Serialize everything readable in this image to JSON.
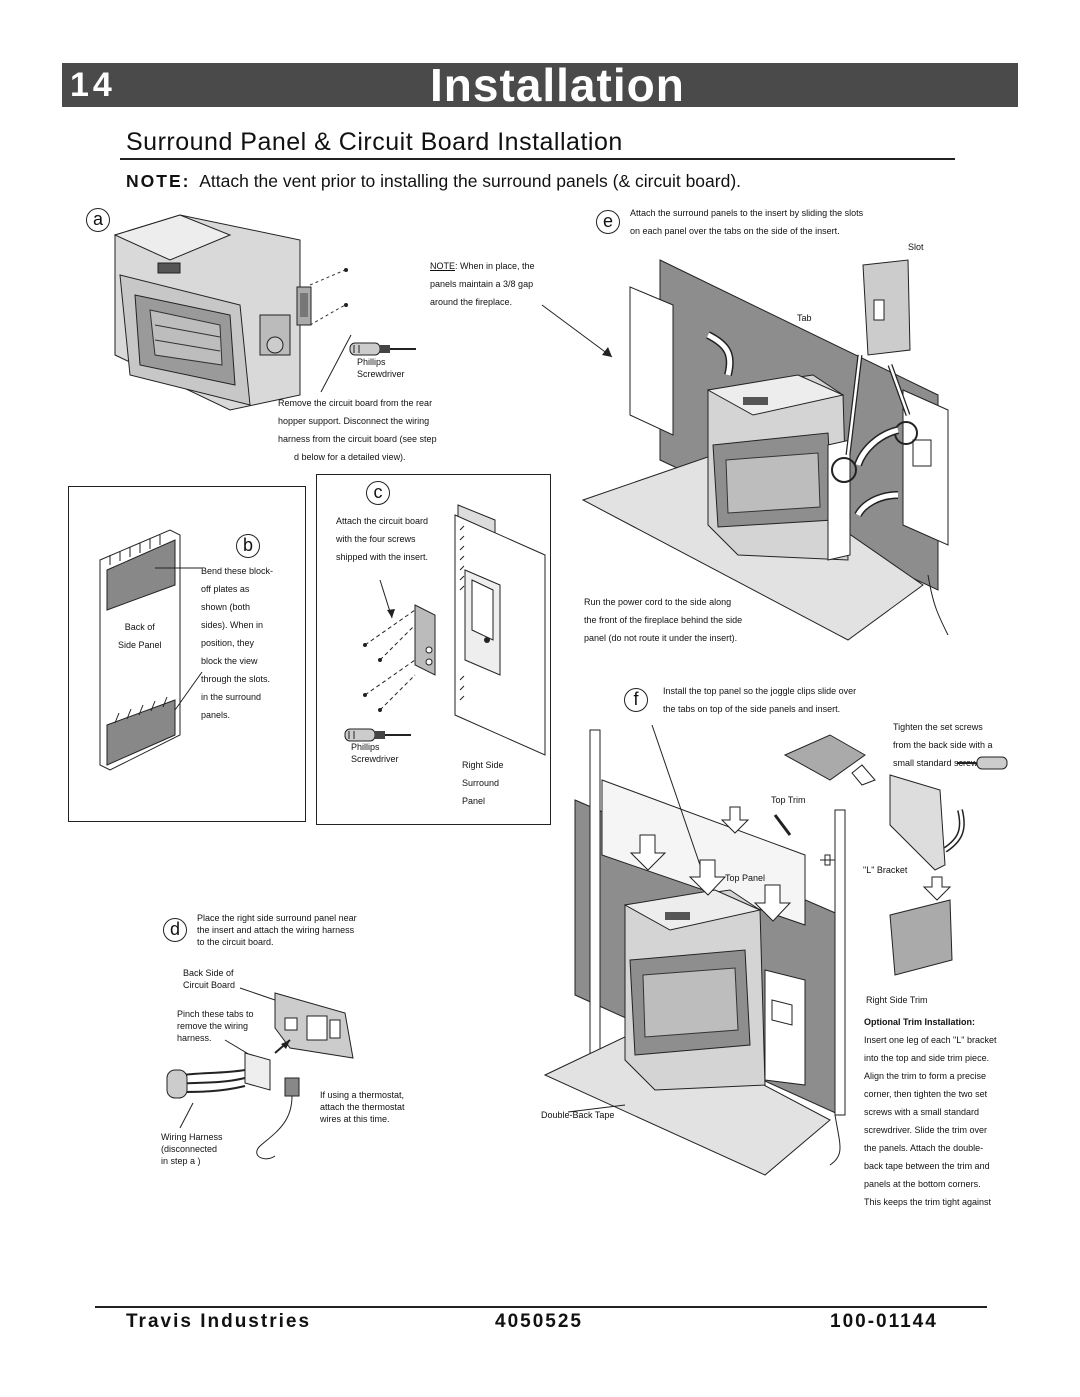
{
  "header": {
    "page_number": "14",
    "title": "Installation"
  },
  "section": {
    "title": "Surround Panel & Circuit Board Installation",
    "note_label": "NOTE:",
    "note_text": "Attach the vent prior to installing the surround panels (& circuit board)."
  },
  "steps": {
    "a": {
      "label": "a",
      "note_label": "NOTE",
      "note_lines": [
        ": When in place, the",
        "panels maintain a 3/8  gap",
        "around the fireplace."
      ],
      "tool_lines": [
        "Phillips",
        "Screwdriver"
      ],
      "text_lines": [
        "Remove the circuit board from the rear",
        "hopper support.  Disconnect the wiring",
        "harness from the circuit board (see step",
        "d  below for a detailed view)."
      ]
    },
    "b": {
      "label": "b",
      "back_label_lines": [
        "Back of",
        "Side Panel"
      ],
      "text_lines": [
        "Bend these block-",
        "off plates as",
        "shown (both",
        "sides).  When in",
        "position, they",
        "block the view",
        "through the slots.",
        "in the surround",
        "panels."
      ]
    },
    "c": {
      "label": "c",
      "text_lines": [
        "Attach the circuit board",
        "with the four screws",
        "shipped with the insert."
      ],
      "tool_lines": [
        "Phillips",
        "Screwdriver"
      ],
      "panel_lines": [
        "Right Side",
        "Surround",
        "Panel"
      ]
    },
    "d": {
      "label": "d",
      "text_lines": [
        "Place the right side surround panel near",
        "the insert and attach the wiring harness",
        "to the circuit board."
      ],
      "back_lines": [
        "Back Side of",
        "Circuit Board"
      ],
      "pinch_lines": [
        "Pinch these tabs to",
        "remove the wiring",
        "harness."
      ],
      "thermo_lines": [
        "If using a thermostat,",
        "attach the thermostat",
        "wires at this time."
      ],
      "harness_lines": [
        "Wiring Harness",
        "(disconnected",
        "in step  a )"
      ]
    },
    "e": {
      "label": "e",
      "text_lines": [
        "Attach the surround panels to the insert by sliding the slots",
        "on each panel over the tabs on the side of the insert."
      ],
      "slot_label": "Slot",
      "tab_label": "Tab",
      "cord_lines": [
        "Run the power cord to the side along",
        "the front of the fireplace behind the side",
        "panel (do not route it under the insert)."
      ]
    },
    "f": {
      "label": "f",
      "text_lines": [
        "Install the top panel so the joggle clips slide over",
        "the tabs on top of the side panels and insert."
      ],
      "setscrew_lines": [
        "Tighten the set screws",
        "from the back side with a",
        "small standard screwdriver"
      ],
      "top_trim": "Top Trim",
      "l_bracket": "\"L\" Bracket",
      "top_panel": "Top Panel",
      "right_side_trim": "Right Side Trim",
      "double_back": "Double-Back Tape",
      "optional_title": "Optional Trim Installation:",
      "optional_lines": [
        "Insert one leg of each \"L\" bracket",
        "into the top and side trim piece.",
        "Align the trim to form a precise",
        "corner, then tighten the two set",
        "screws with a small standard",
        "screwdriver.  Slide the trim over",
        "the panels. Attach the double-",
        "back tape between the trim and",
        "panels at the bottom corners.",
        "This keeps the trim tight against"
      ]
    }
  },
  "footer": {
    "company": "Travis  Industries",
    "date_code": "4050525",
    "part_number": "100-01144"
  }
}
